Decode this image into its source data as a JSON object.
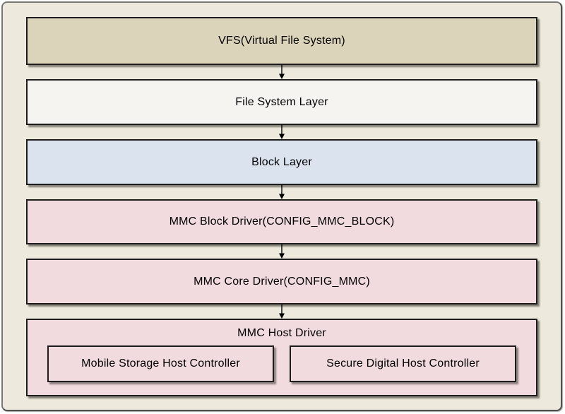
{
  "frame": {
    "background": "#edeadd",
    "border_color": "#787878"
  },
  "icons": {
    "connector": "arrow-down-icon",
    "arrow_color": "#000000"
  },
  "diagram": {
    "type": "layer-stack",
    "layers": [
      {
        "label": "VFS(Virtual File System)",
        "fill": "#dbd4ba"
      },
      {
        "label": "File System Layer",
        "fill": "#f5f4f1"
      },
      {
        "label": "Block Layer",
        "fill": "#dbe3ef"
      },
      {
        "label": "MMC Block Driver(CONFIG_MMC_BLOCK)",
        "fill": "#f2dbde"
      },
      {
        "label": "MMC Core Driver(CONFIG_MMC)",
        "fill": "#f2dbde"
      },
      {
        "label": "MMC Host Driver",
        "fill": "#f2dbde",
        "children": [
          {
            "label": "Mobile Storage Host Controller",
            "fill": "#f2dbde"
          },
          {
            "label": "Secure Digital Host Controller",
            "fill": "#f2dbde"
          }
        ]
      }
    ]
  }
}
